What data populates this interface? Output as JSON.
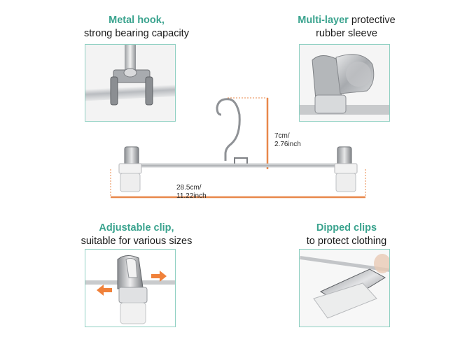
{
  "features": {
    "top_left": {
      "highlight": "Metal hook,",
      "rest": "",
      "line2": "strong bearing capacity"
    },
    "top_right": {
      "highlight": "Multi-layer",
      "rest": " protective",
      "line2": "rubber sleeve"
    },
    "bottom_left": {
      "highlight": "Adjustable clip,",
      "rest": "",
      "line2": "suitable for various sizes"
    },
    "bottom_right": {
      "highlight": "Dipped clips",
      "rest": "",
      "line2": "to protect clothing"
    }
  },
  "dimensions": {
    "height_cm": "7cm/",
    "height_in": "2.76inch",
    "width_cm": "28.5cm/",
    "width_in": "11.22inch"
  },
  "colors": {
    "accent_teal": "#3aa38e",
    "frame_teal": "#8fd0c2",
    "dimension_orange": "#e8874a",
    "arrow_orange": "#f0813a"
  },
  "icons": [
    "metal-hook-closeup",
    "rubber-sleeve-clip",
    "adjustable-clip",
    "dipped-clips",
    "arrow-left-icon",
    "arrow-right-icon"
  ]
}
